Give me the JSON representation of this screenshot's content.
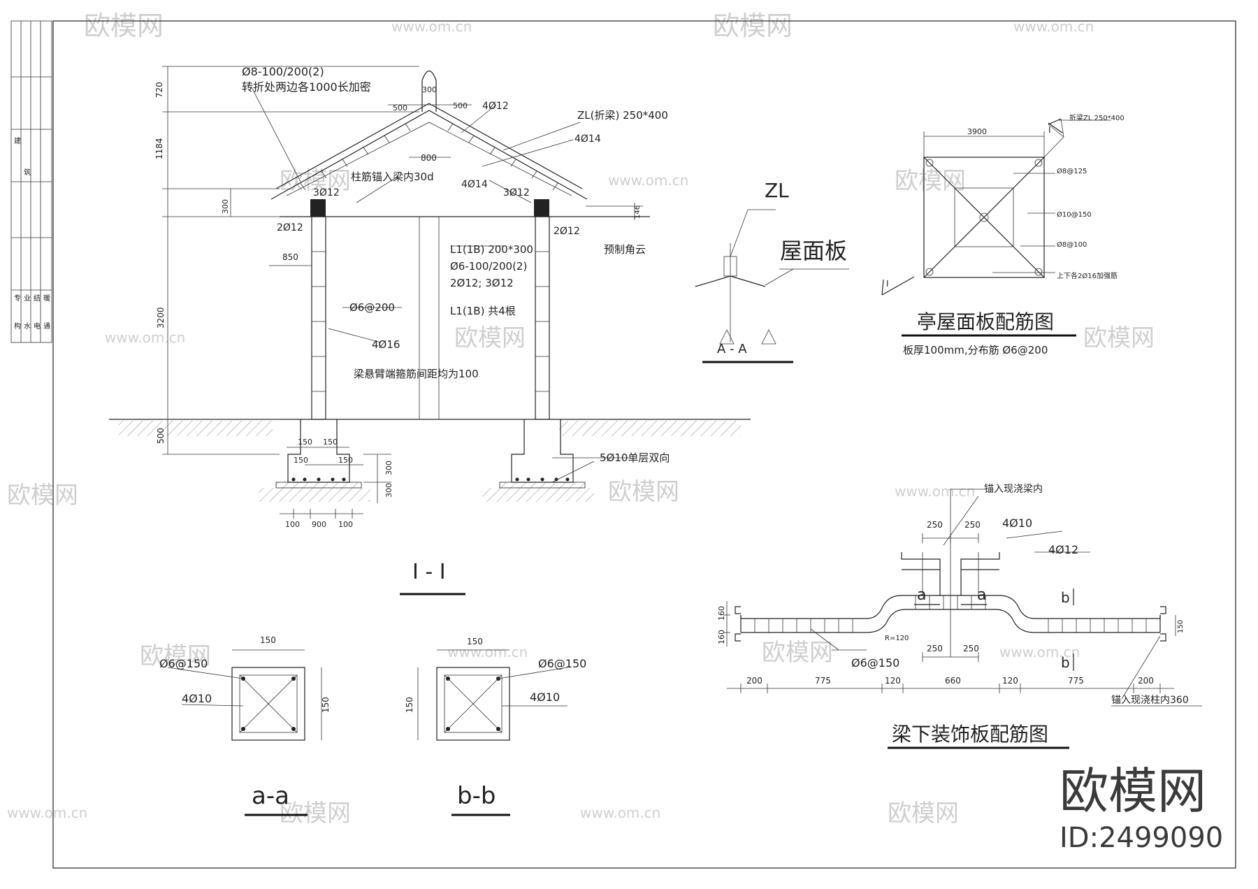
{
  "watermark": {
    "brand": "欧模网",
    "site": "www.om.cn",
    "id_label": "ID:2499090"
  },
  "title_block": {
    "cells": [
      "建",
      "筑",
      "专",
      "业",
      "结",
      "构",
      "水",
      "电",
      "暖",
      "通"
    ]
  },
  "section_1": {
    "title": "I - I",
    "notes": {
      "stirrup_top": "Ø8-100/200(2)",
      "stirrup_top_note": "转折处两边各1000长加密",
      "zl_beam": "ZL(折梁) 250*400",
      "col_anchor": "柱筋锚入梁内30d",
      "rebar_412": "4Ø12",
      "rebar_414_a": "4Ø14",
      "rebar_414_b": "4Ø14",
      "rebar_312_a": "3Ø12",
      "rebar_312_b": "3Ø12",
      "rebar_212_a": "2Ø12",
      "rebar_212_b": "2Ø12",
      "l1_spec": "L1(1B) 200*300",
      "l1_stirrup": "Ø6-100/200(2)",
      "l1_rebar": "2Ø12; 3Ø12",
      "l1_count": "L1(1B) 共4根",
      "precast": "预制角云",
      "col_stirrup": "Ø6@200",
      "col_rebar": "4Ø16",
      "cantilever": "梁悬臂端箍筋间距均为100",
      "footing_rebar": "5Ø10单层双向"
    },
    "dims": {
      "d720": "720",
      "d1184": "1184",
      "d300_top": "300",
      "d500_l": "500",
      "d500_r": "500",
      "d800": "800",
      "d300_left": "300",
      "d850": "850",
      "d3200": "3200",
      "d500_bot": "500",
      "d146": "146",
      "d150_a": "150",
      "d150_b": "150",
      "d150_c": "150",
      "d150_d": "150",
      "d300_f1": "300",
      "d300_f2": "300",
      "d100_a": "100",
      "d900": "900",
      "d100_b": "100"
    }
  },
  "section_aa": {
    "title": "a-a",
    "stirrup": "Ø6@150",
    "rebar": "4Ø10",
    "dim_w": "150",
    "dim_h": "150"
  },
  "section_bb": {
    "title": "b-b",
    "stirrup": "Ø6@150",
    "rebar": "4Ø10",
    "dim_w": "150",
    "dim_h": "150"
  },
  "detail_AA": {
    "zl": "ZL",
    "label": "屋面板",
    "title": "A - A"
  },
  "roof_plan": {
    "title": "亭屋面板配筋图",
    "subtitle": "板厚100mm,分布筋 Ø6@200",
    "dim": "3900",
    "notes": {
      "zl": "折梁ZL 250*400",
      "r1": "Ø8@125",
      "r2": "Ø10@150",
      "r3": "Ø8@100",
      "r4": "上下各2Ø16加强筋"
    },
    "cut_l": "I",
    "cut_r": "I"
  },
  "deco_plate": {
    "title": "梁下装饰板配筋图",
    "anchor_beam": "锚入现浇梁内",
    "anchor_col": "锚入现浇柱内360",
    "rebar_410": "4Ø10",
    "rebar_412": "4Ø12",
    "stirrup": "Ø6@150",
    "r120": "R=120",
    "cut_a1": "a",
    "cut_a2": "a",
    "cut_b1": "b",
    "cut_b2": "b",
    "dims": {
      "t250a": "250",
      "t250b": "250",
      "m250a": "250",
      "m250b": "250",
      "v160a": "160",
      "v160b": "160",
      "v150": "150",
      "b200a": "200",
      "b775a": "775",
      "b120a": "120",
      "b660": "660",
      "b120b": "120",
      "b775b": "775",
      "b200b": "200"
    }
  }
}
